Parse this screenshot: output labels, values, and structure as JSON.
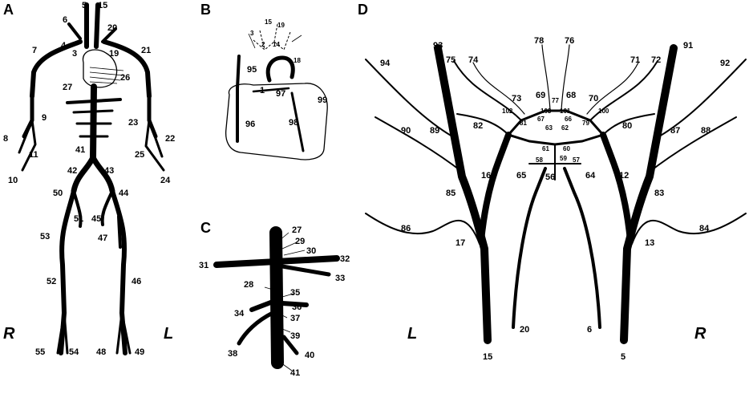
{
  "panels": [
    {
      "id": "A",
      "label": "A"
    },
    {
      "id": "B",
      "label": "B"
    },
    {
      "id": "C",
      "label": "C"
    },
    {
      "id": "D",
      "label": "D"
    }
  ],
  "side_markers": {
    "panel_a_right": "R",
    "panel_a_left": "L",
    "panel_d_left": "L",
    "panel_d_right": "R"
  },
  "panel_a_numbers": [
    "5",
    "15",
    "6",
    "20",
    "4",
    "3",
    "19",
    "7",
    "21",
    "26",
    "27",
    "9",
    "8",
    "11",
    "10",
    "23",
    "22",
    "25",
    "24",
    "41",
    "42",
    "43",
    "50",
    "44",
    "51",
    "45",
    "47",
    "53",
    "52",
    "46",
    "55",
    "54",
    "48",
    "49"
  ],
  "panel_b_numbers": [
    "15",
    "19",
    "3",
    "2",
    "14",
    "18",
    "95",
    "1",
    "97",
    "99",
    "96",
    "98"
  ],
  "panel_c_numbers": [
    "27",
    "29",
    "30",
    "31",
    "32",
    "33",
    "28",
    "35",
    "36",
    "34",
    "37",
    "39",
    "38",
    "40",
    "41"
  ],
  "panel_d_numbers": [
    "78",
    "76",
    "93",
    "91",
    "94",
    "75",
    "74",
    "71",
    "72",
    "92",
    "69",
    "68",
    "77",
    "73",
    "70",
    "102",
    "103",
    "101",
    "100",
    "82",
    "81",
    "67",
    "66",
    "79",
    "80",
    "90",
    "89",
    "63",
    "62",
    "87",
    "88",
    "61",
    "60",
    "59",
    "58",
    "57",
    "56",
    "16",
    "65",
    "64",
    "12",
    "85",
    "83",
    "86",
    "17",
    "13",
    "84",
    "20",
    "6",
    "15",
    "5"
  ]
}
